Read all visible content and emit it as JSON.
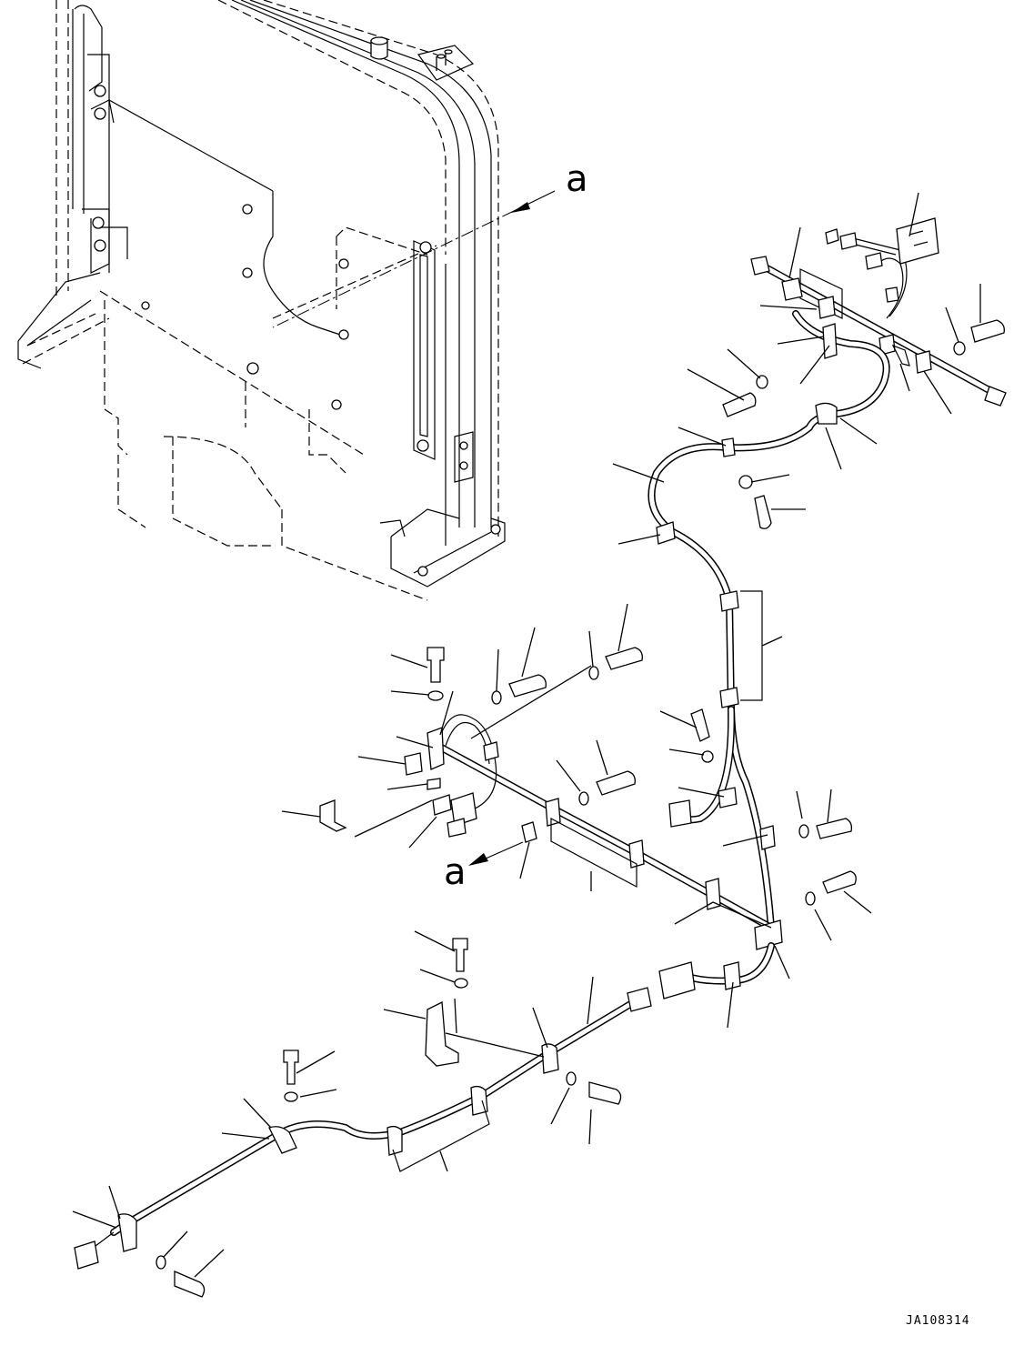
{
  "diagram": {
    "view_label_top": "a",
    "view_label_bottom": "a",
    "drawing_number": "JA108314"
  }
}
